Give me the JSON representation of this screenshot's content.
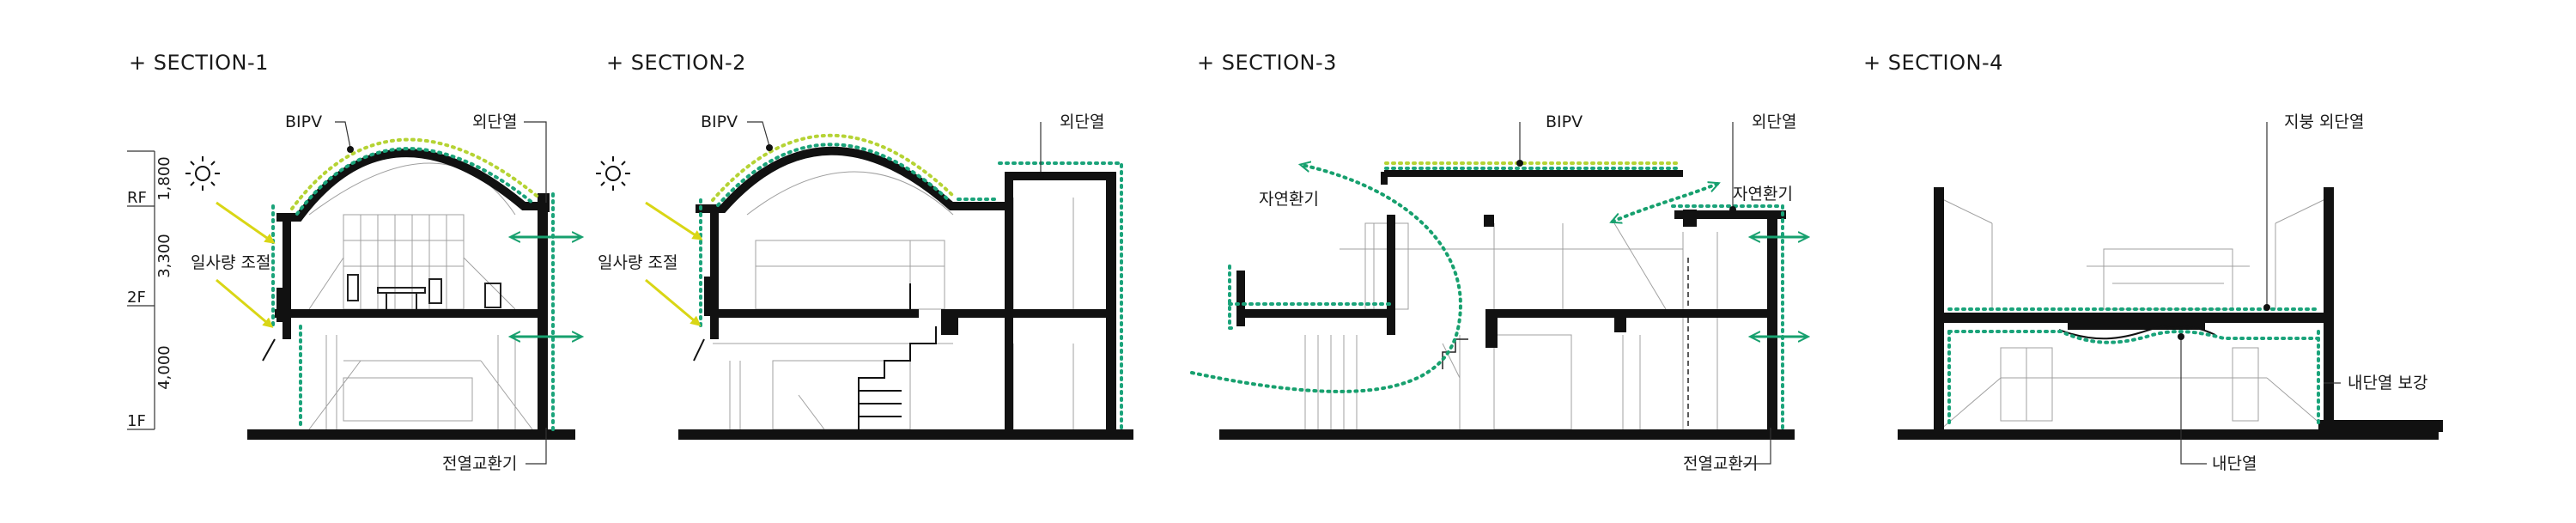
{
  "colors": {
    "wall": "#111111",
    "thin": "#9a9a9a",
    "insulation": "#1aa37a",
    "pv": "#b5d334",
    "sun_arrow": "#d9d615",
    "arrow_green": "#17a06e"
  },
  "dimensions": {
    "levels": [
      "RF",
      "2F",
      "1F"
    ],
    "heights": [
      "1,800",
      "3,300",
      "4,000"
    ]
  },
  "sections": [
    {
      "title": "+ SECTION-1",
      "labels": [
        "BIPV",
        "외단열",
        "일사량 조절",
        "전열교환기"
      ]
    },
    {
      "title": "+ SECTION-2",
      "labels": [
        "BIPV",
        "외단열",
        "일사량 조절"
      ]
    },
    {
      "title": "+ SECTION-3",
      "labels": [
        "BIPV",
        "외단열",
        "자연환기",
        "자연환기",
        "전열교환기"
      ]
    },
    {
      "title": "+ SECTION-4",
      "labels": [
        "지붕 외단열",
        "내단열 보강",
        "내단열"
      ]
    }
  ]
}
